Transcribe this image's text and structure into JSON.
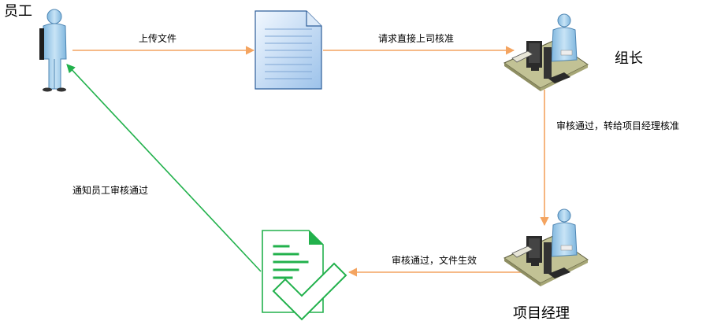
{
  "nodes": {
    "employee": {
      "label": "员工"
    },
    "team_leader": {
      "label": "组长"
    },
    "project_manager": {
      "label": "项目经理"
    }
  },
  "edges": {
    "upload": {
      "label": "上传文件"
    },
    "request_approval": {
      "label": "请求直接上司核准"
    },
    "leader_approved": {
      "label": "审核通过，转给项目经理核准"
    },
    "manager_approved": {
      "label": "审核通过，文件生效"
    },
    "notify_employee": {
      "label": "通知员工审核通过"
    }
  },
  "colors": {
    "orange_arrow": "#f4a460",
    "green_arrow": "#22b14c",
    "person_fill": "#a8d0ec",
    "doc_fill": "#c4dcf4",
    "desk_fill": "#b8b888"
  },
  "icons": {
    "employee": "person-icon",
    "document": "document-icon",
    "workstation": "computer-desk-icon",
    "approved_document": "approved-document-icon"
  }
}
